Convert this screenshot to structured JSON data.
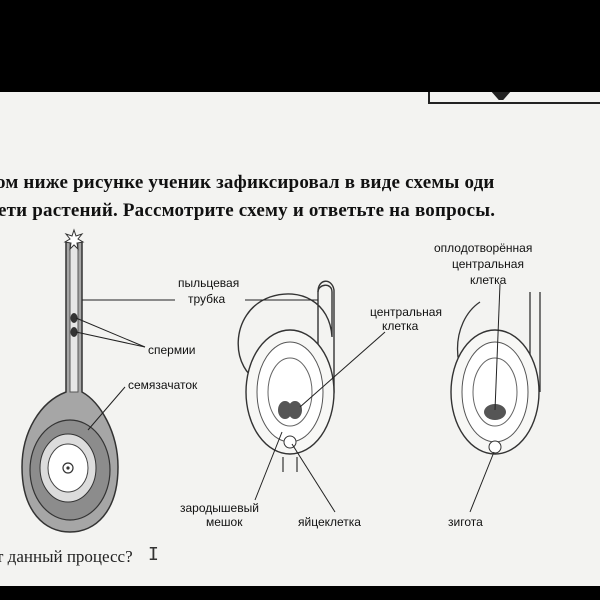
{
  "task": {
    "line1": "ом ниже рисунке ученик зафиксировал в виде схемы оди",
    "line2": "ети растений. Рассмотрите схему и ответьте на вопросы."
  },
  "labels": {
    "pollen_tube_1": "пыльцевая",
    "pollen_tube_2": "трубка",
    "sperm": "спермии",
    "ovule": "семязачаток",
    "central_cell_1": "центральная",
    "central_cell_2": "клетка",
    "fert_central_1": "оплодотворённая",
    "fert_central_2": "центральная",
    "fert_central_3": "клетка",
    "embryo_sac_1": "зародышевый",
    "embryo_sac_2": "мешок",
    "egg_cell": "яйцеклетка",
    "zygote": "зигота"
  },
  "footer": {
    "question": "т данный процесс?"
  }
}
